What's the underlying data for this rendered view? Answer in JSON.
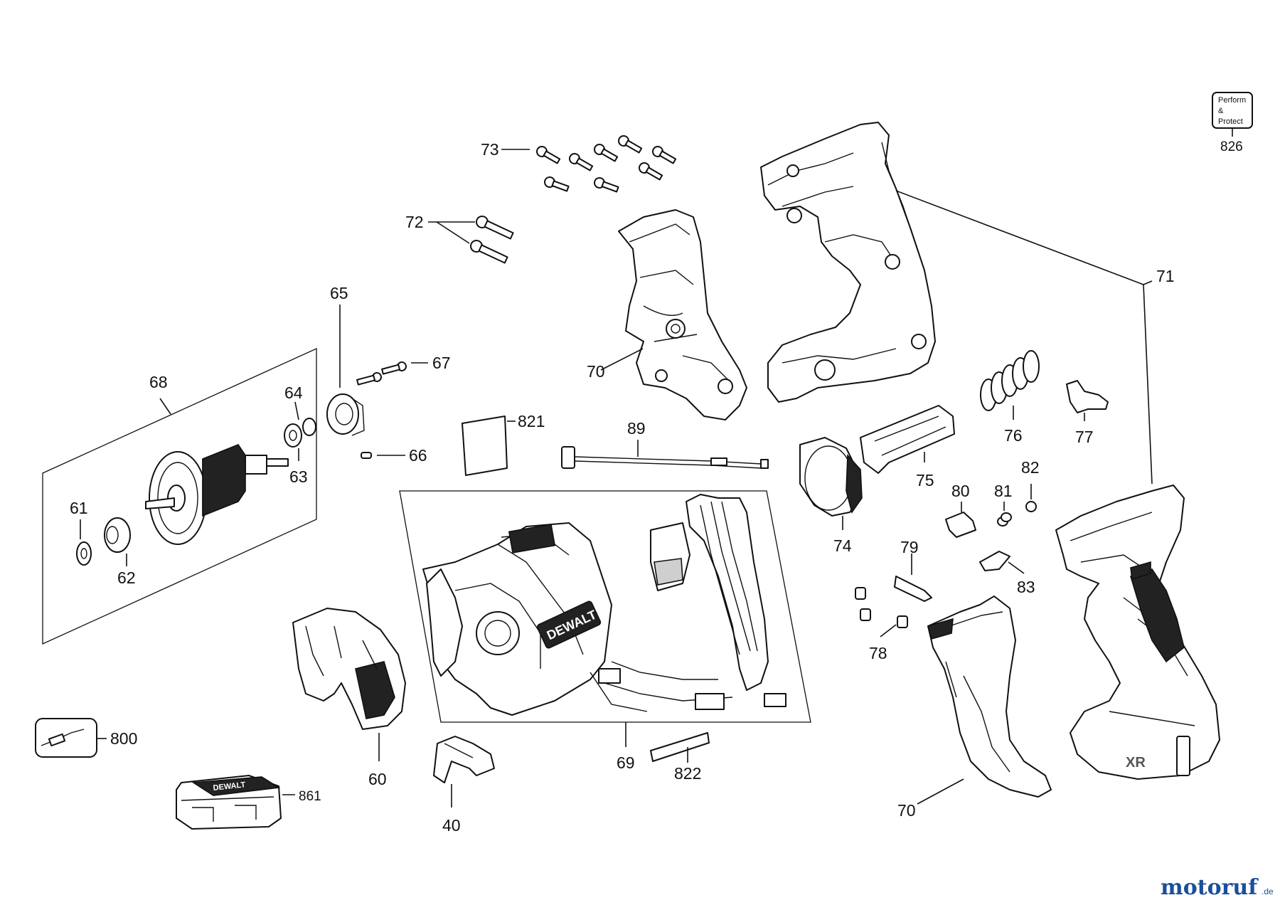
{
  "diagram": {
    "badge": {
      "line1": "Perform",
      "line2": "&",
      "line3": "Protect",
      "number": "826"
    },
    "brand_on_housing": "DEWALT",
    "brand_on_case": "DEWALT",
    "labels": {
      "p40": "40",
      "p60": "60",
      "p61": "61",
      "p62": "62",
      "p63": "63",
      "p64": "64",
      "p65": "65",
      "p66": "66",
      "p67": "67",
      "p68": "68",
      "p69": "69",
      "p70a": "70",
      "p70b": "70",
      "p71": "71",
      "p72": "72",
      "p73": "73",
      "p74": "74",
      "p75": "75",
      "p76": "76",
      "p77": "77",
      "p78": "78",
      "p79": "79",
      "p80": "80",
      "p81": "81",
      "p82": "82",
      "p83": "83",
      "p89": "89",
      "p800": "800",
      "p821": "821",
      "p822": "822",
      "p861": "861"
    }
  },
  "watermark": {
    "main": "motoruf",
    "suffix": ".de"
  }
}
